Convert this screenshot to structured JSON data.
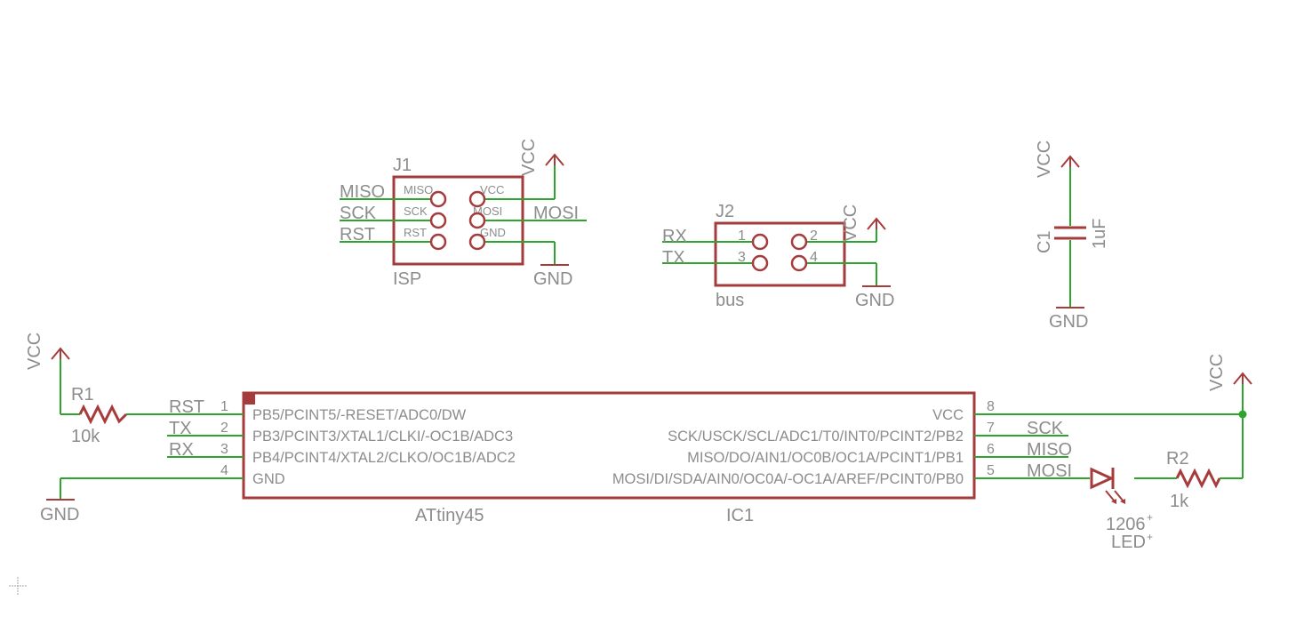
{
  "j1": {
    "name": "J1",
    "value": "ISP",
    "pins": [
      "MISO",
      "SCK",
      "RST",
      "VCC",
      "MOSI",
      "GND"
    ],
    "nets_left": [
      "MISO",
      "SCK",
      "RST"
    ],
    "net_right_mosi": "MOSI",
    "vcc": "VCC",
    "gnd": "GND"
  },
  "j2": {
    "name": "J2",
    "value": "bus",
    "pin_numbers": [
      "1",
      "2",
      "3",
      "4"
    ],
    "nets_left": [
      "RX",
      "TX"
    ],
    "vcc": "VCC",
    "gnd": "GND"
  },
  "c1": {
    "name": "C1",
    "value": "1uF",
    "vcc": "VCC",
    "gnd": "GND"
  },
  "r1": {
    "name": "R1",
    "value": "10k",
    "vcc": "VCC"
  },
  "r2": {
    "name": "R2",
    "value": "1k"
  },
  "led": {
    "value": "1206",
    "name": "LED"
  },
  "ic1": {
    "name": "IC1",
    "value": "ATtiny45",
    "left_pins": [
      {
        "num": "1",
        "label": "PB5/PCINT5/-RESET/ADC0/DW",
        "net": "RST"
      },
      {
        "num": "2",
        "label": "PB3/PCINT3/XTAL1/CLKI/-OC1B/ADC3",
        "net": "TX"
      },
      {
        "num": "3",
        "label": "PB4/PCINT4/XTAL2/CLKO/OC1B/ADC2",
        "net": "RX"
      },
      {
        "num": "4",
        "label": "GND",
        "net": ""
      }
    ],
    "right_pins": [
      {
        "num": "8",
        "label": "VCC",
        "net": ""
      },
      {
        "num": "7",
        "label": "SCK/USCK/SCL/ADC1/T0/INT0/PCINT2/PB2",
        "net": "SCK"
      },
      {
        "num": "6",
        "label": "MISO/DO/AIN1/OC0B/OC1A/PCINT1/PB1",
        "net": "MISO"
      },
      {
        "num": "5",
        "label": "MOSI/DI/SDA/AIN0/OC0A/-OC1A/AREF/PCINT0/PB0",
        "net": "MOSI"
      }
    ],
    "gnd": "GND",
    "vcc": "VCC"
  },
  "colors": {
    "wire": "#2ea32e",
    "body": "#a53b3b",
    "text": "#8c8c8c",
    "background": "#ffffff"
  }
}
